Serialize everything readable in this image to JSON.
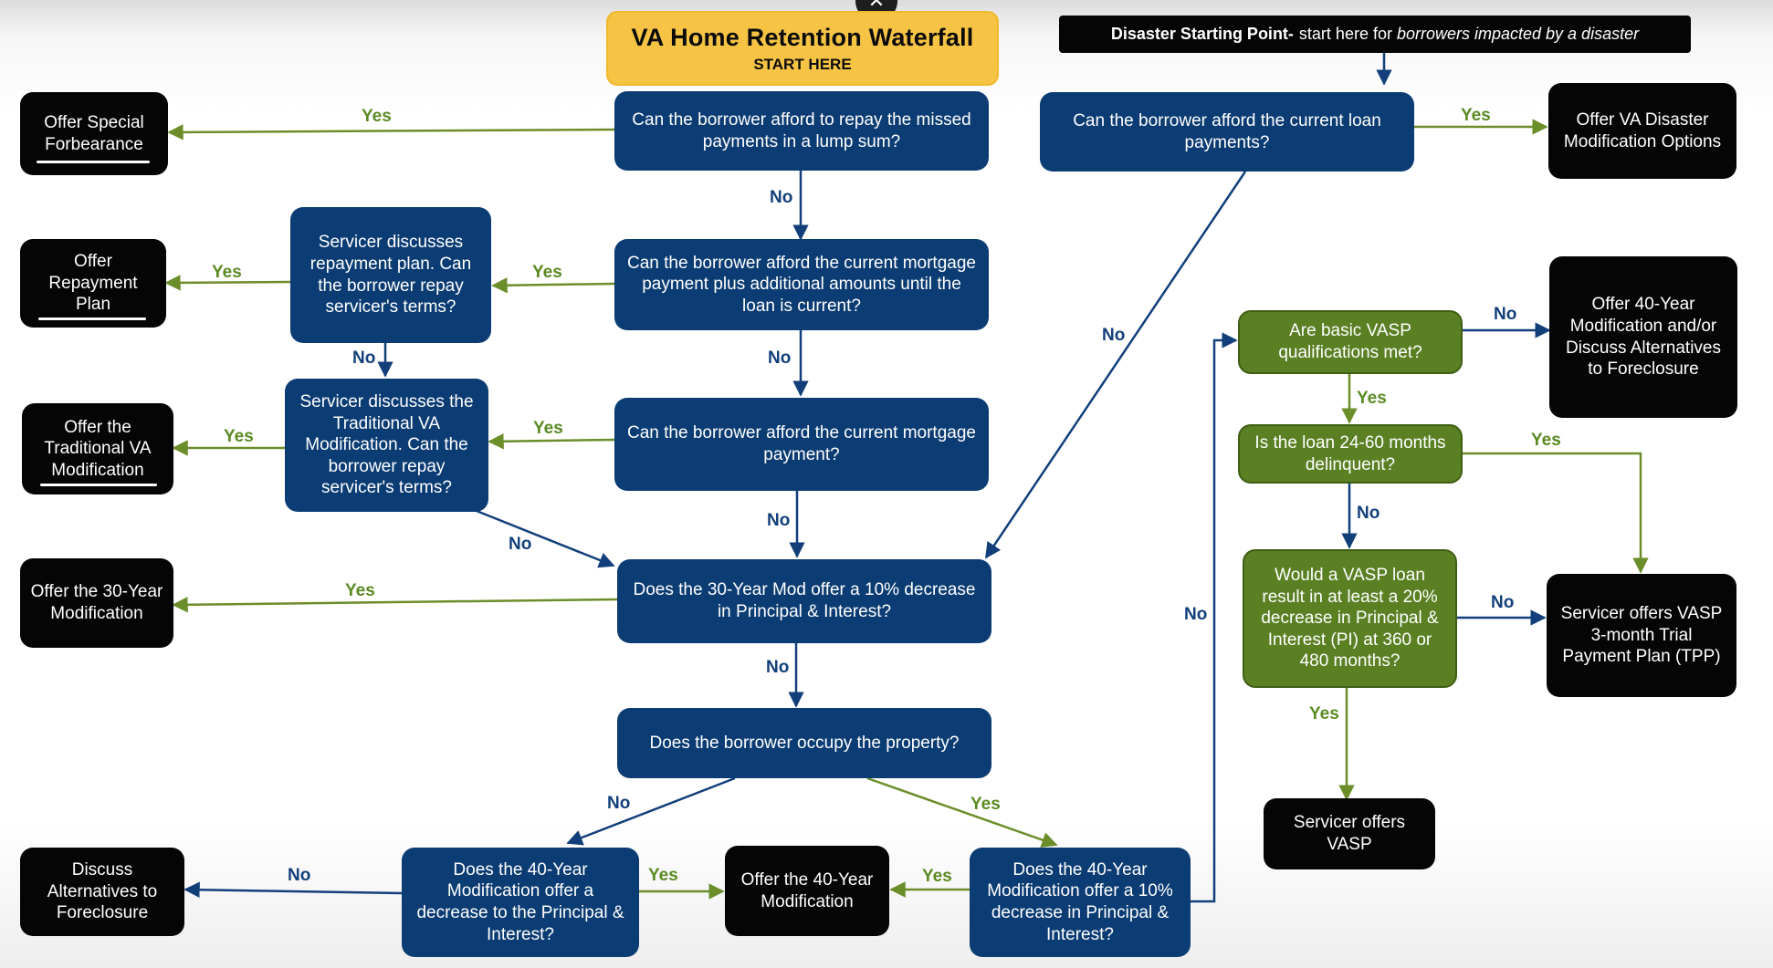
{
  "title": {
    "main": "VA Home Retention Waterfall",
    "sub": "START HERE"
  },
  "disaster_banner": {
    "bold": "Disaster Starting Point-",
    "normal": "start here for",
    "italic": "borrowers impacted by a disaster"
  },
  "nodes": {
    "q_lump_sum": "Can the borrower afford to repay the missed payments in a lump sum?",
    "q_current_plus": "Can the borrower afford the current mortgage payment plus additional amounts until the loan is current?",
    "q_current_payment": "Can the borrower afford the current mortgage payment?",
    "q_30yr": "Does the 30-Year Mod offer a 10% decrease in Principal & Interest?",
    "q_occupy": "Does the borrower occupy the property?",
    "q_40yr_decrease": "Does the 40-Year Modification offer a decrease to the Principal & Interest?",
    "q_40yr_10pct": "Does the 40-Year Modification offer a 10% decrease in Principal & Interest?",
    "q_repayment_plan": "Servicer discusses repayment plan. Can the borrower repay servicer's terms?",
    "q_traditional_va": "Servicer discusses the Traditional VA Modification.  Can the borrower repay servicer's terms?",
    "q_disaster": "Can the borrower afford the current loan payments?",
    "q_vasp_basic": "Are basic VASP qualifications met?",
    "q_vasp_delinquent": "Is the loan 24-60 months delinquent?",
    "q_vasp_20pct": "Would a VASP loan result in at least a 20% decrease in Principal & Interest (PI) at 360 or 480 months?",
    "o_special_forbearance": "Offer Special Forbearance",
    "o_repayment_plan": "Offer Repayment Plan",
    "o_traditional_va": "Offer the Traditional VA Modification",
    "o_30yr": "Offer the 30-Year Modification",
    "o_discuss_alternatives": "Discuss Alternatives to Foreclosure",
    "o_40yr": "Offer the 40-Year Modification",
    "o_va_disaster": "Offer VA Disaster Modification Options",
    "o_40yr_alternatives": "Offer 40-Year Modification and/or Discuss Alternatives to Foreclosure",
    "o_vasp_tpp": "Servicer offers VASP 3-month Trial Payment Plan (TPP)",
    "o_vasp": "Servicer offers VASP"
  },
  "labels": {
    "yes": "Yes",
    "no": "No"
  },
  "colors": {
    "question_blue": "#0b3c73",
    "outcome_black": "#050505",
    "vasp_green": "#5a8023",
    "title_gold": "#f6c344",
    "yes_arrow": "#6b8e2a",
    "no_arrow": "#123f7a"
  },
  "icons": {
    "close": "close-icon"
  }
}
